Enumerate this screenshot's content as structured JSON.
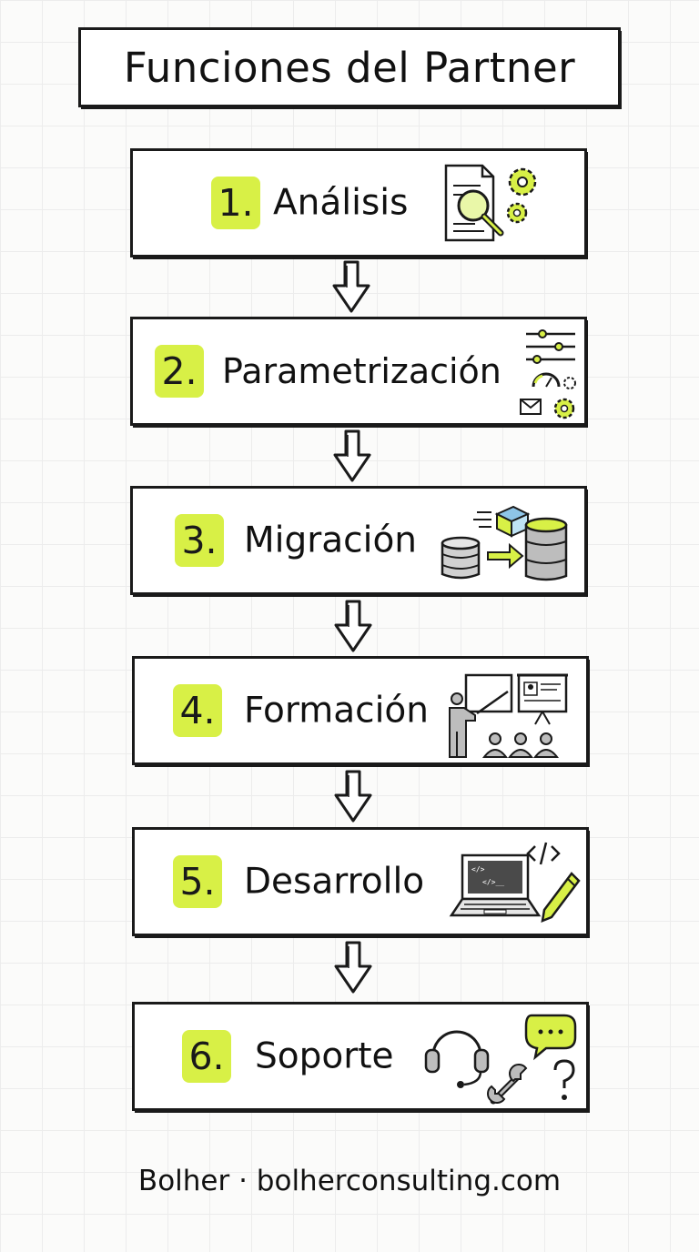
{
  "title": "Funciones del Partner",
  "steps": [
    {
      "number": "1.",
      "label": "Análisis",
      "icon": "analysis-icon"
    },
    {
      "number": "2.",
      "label": "Parametrización",
      "icon": "settings-sliders-icon"
    },
    {
      "number": "3.",
      "label": "Migración",
      "icon": "database-migration-icon"
    },
    {
      "number": "4.",
      "label": "Formación",
      "icon": "training-icon"
    },
    {
      "number": "5.",
      "label": "Desarrollo",
      "icon": "code-laptop-icon"
    },
    {
      "number": "6.",
      "label": "Soporte",
      "icon": "support-icon"
    }
  ],
  "footer": "Bolher · bolherconsulting.com",
  "colors": {
    "accent": "#d8f046",
    "ink": "#1a1a1a",
    "gray": "#b8b8b8"
  }
}
